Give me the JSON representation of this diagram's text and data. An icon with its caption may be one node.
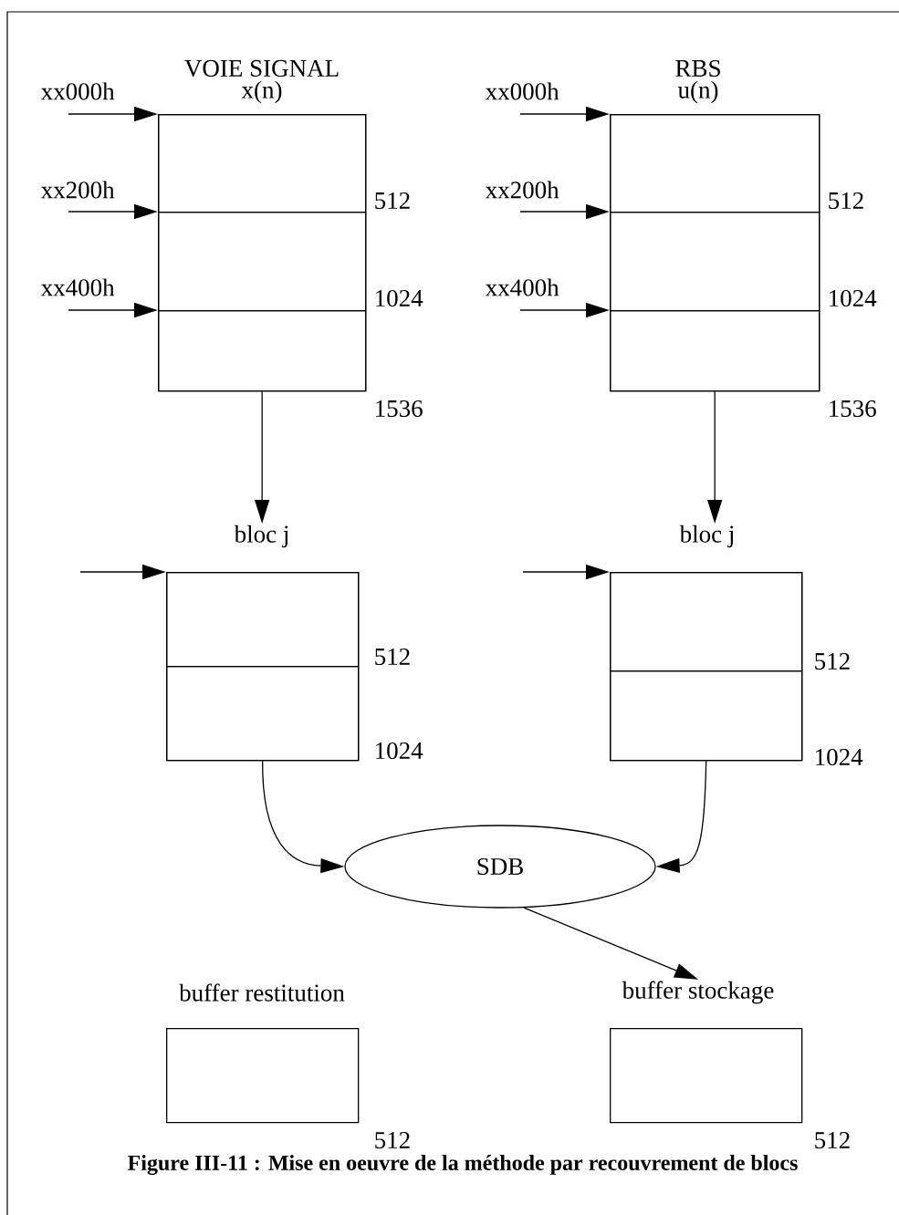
{
  "diagram": {
    "caption": "Figure III-11 : Mise en oeuvre de la méthode par recouvrement de blocs",
    "nodes": [
      {
        "text": [
          "VOIE SIGNAL",
          "x(n)"
        ]
      },
      {
        "text": [],
        "shape": "box",
        "in": 0,
        "beside": [
          "512"
        ]
      },
      {
        "text": [],
        "shape": "box",
        "in": 0,
        "beside": [
          "1024"
        ]
      },
      {
        "text": [],
        "shape": "box",
        "in": 0,
        "beside": [
          "1536"
        ]
      },
      {
        "text": [
          "RBS",
          "u(n)"
        ]
      },
      {
        "text": [],
        "shape": "box",
        "in": 4,
        "beside": [
          "512"
        ]
      },
      {
        "text": [],
        "shape": "box",
        "in": 4,
        "beside": [
          "1024"
        ]
      },
      {
        "text": [],
        "shape": "box",
        "in": 4,
        "beside": [
          "1536"
        ]
      },
      {
        "text": [
          "bloc j"
        ]
      },
      {
        "text": [],
        "shape": "box",
        "in": 8,
        "beside": [
          "512"
        ]
      },
      {
        "text": [],
        "shape": "box",
        "in": 8,
        "beside": [
          "1024"
        ]
      },
      {
        "text": [
          "bloc j"
        ]
      },
      {
        "text": [],
        "shape": "box",
        "in": 11,
        "beside": [
          "512"
        ]
      },
      {
        "text": [],
        "shape": "box",
        "in": 11,
        "beside": [
          "1024"
        ]
      },
      {
        "text": [
          "SDB"
        ]
      },
      {
        "text": [
          "buffer restitution"
        ],
        "beside": [
          "512"
        ]
      },
      {
        "text": [
          "buffer stockage"
        ],
        "beside": [
          "512"
        ]
      }
    ],
    "edges": [
      {
        "from": null,
        "to": 1,
        "arrow": "to",
        "label": "xx000h"
      },
      {
        "from": null,
        "to": 2,
        "arrow": "to",
        "label": "xx200h"
      },
      {
        "from": null,
        "to": 3,
        "arrow": "to",
        "label": "xx400h"
      },
      {
        "from": null,
        "to": 5,
        "arrow": "to",
        "label": "xx000h"
      },
      {
        "from": null,
        "to": 6,
        "arrow": "to",
        "label": "xx200h"
      },
      {
        "from": null,
        "to": 7,
        "arrow": "to",
        "label": "xx400h"
      },
      {
        "from": 0,
        "to": 8,
        "arrow": "to"
      },
      {
        "from": 4,
        "to": 11,
        "arrow": "to"
      },
      {
        "from": null,
        "to": 9,
        "arrow": "to"
      },
      {
        "from": null,
        "to": 12,
        "arrow": "to"
      },
      {
        "from": 8,
        "to": 14,
        "arrow": "to"
      },
      {
        "from": 11,
        "to": 14,
        "arrow": "to"
      },
      {
        "from": 14,
        "to": 16,
        "arrow": "to"
      }
    ]
  }
}
